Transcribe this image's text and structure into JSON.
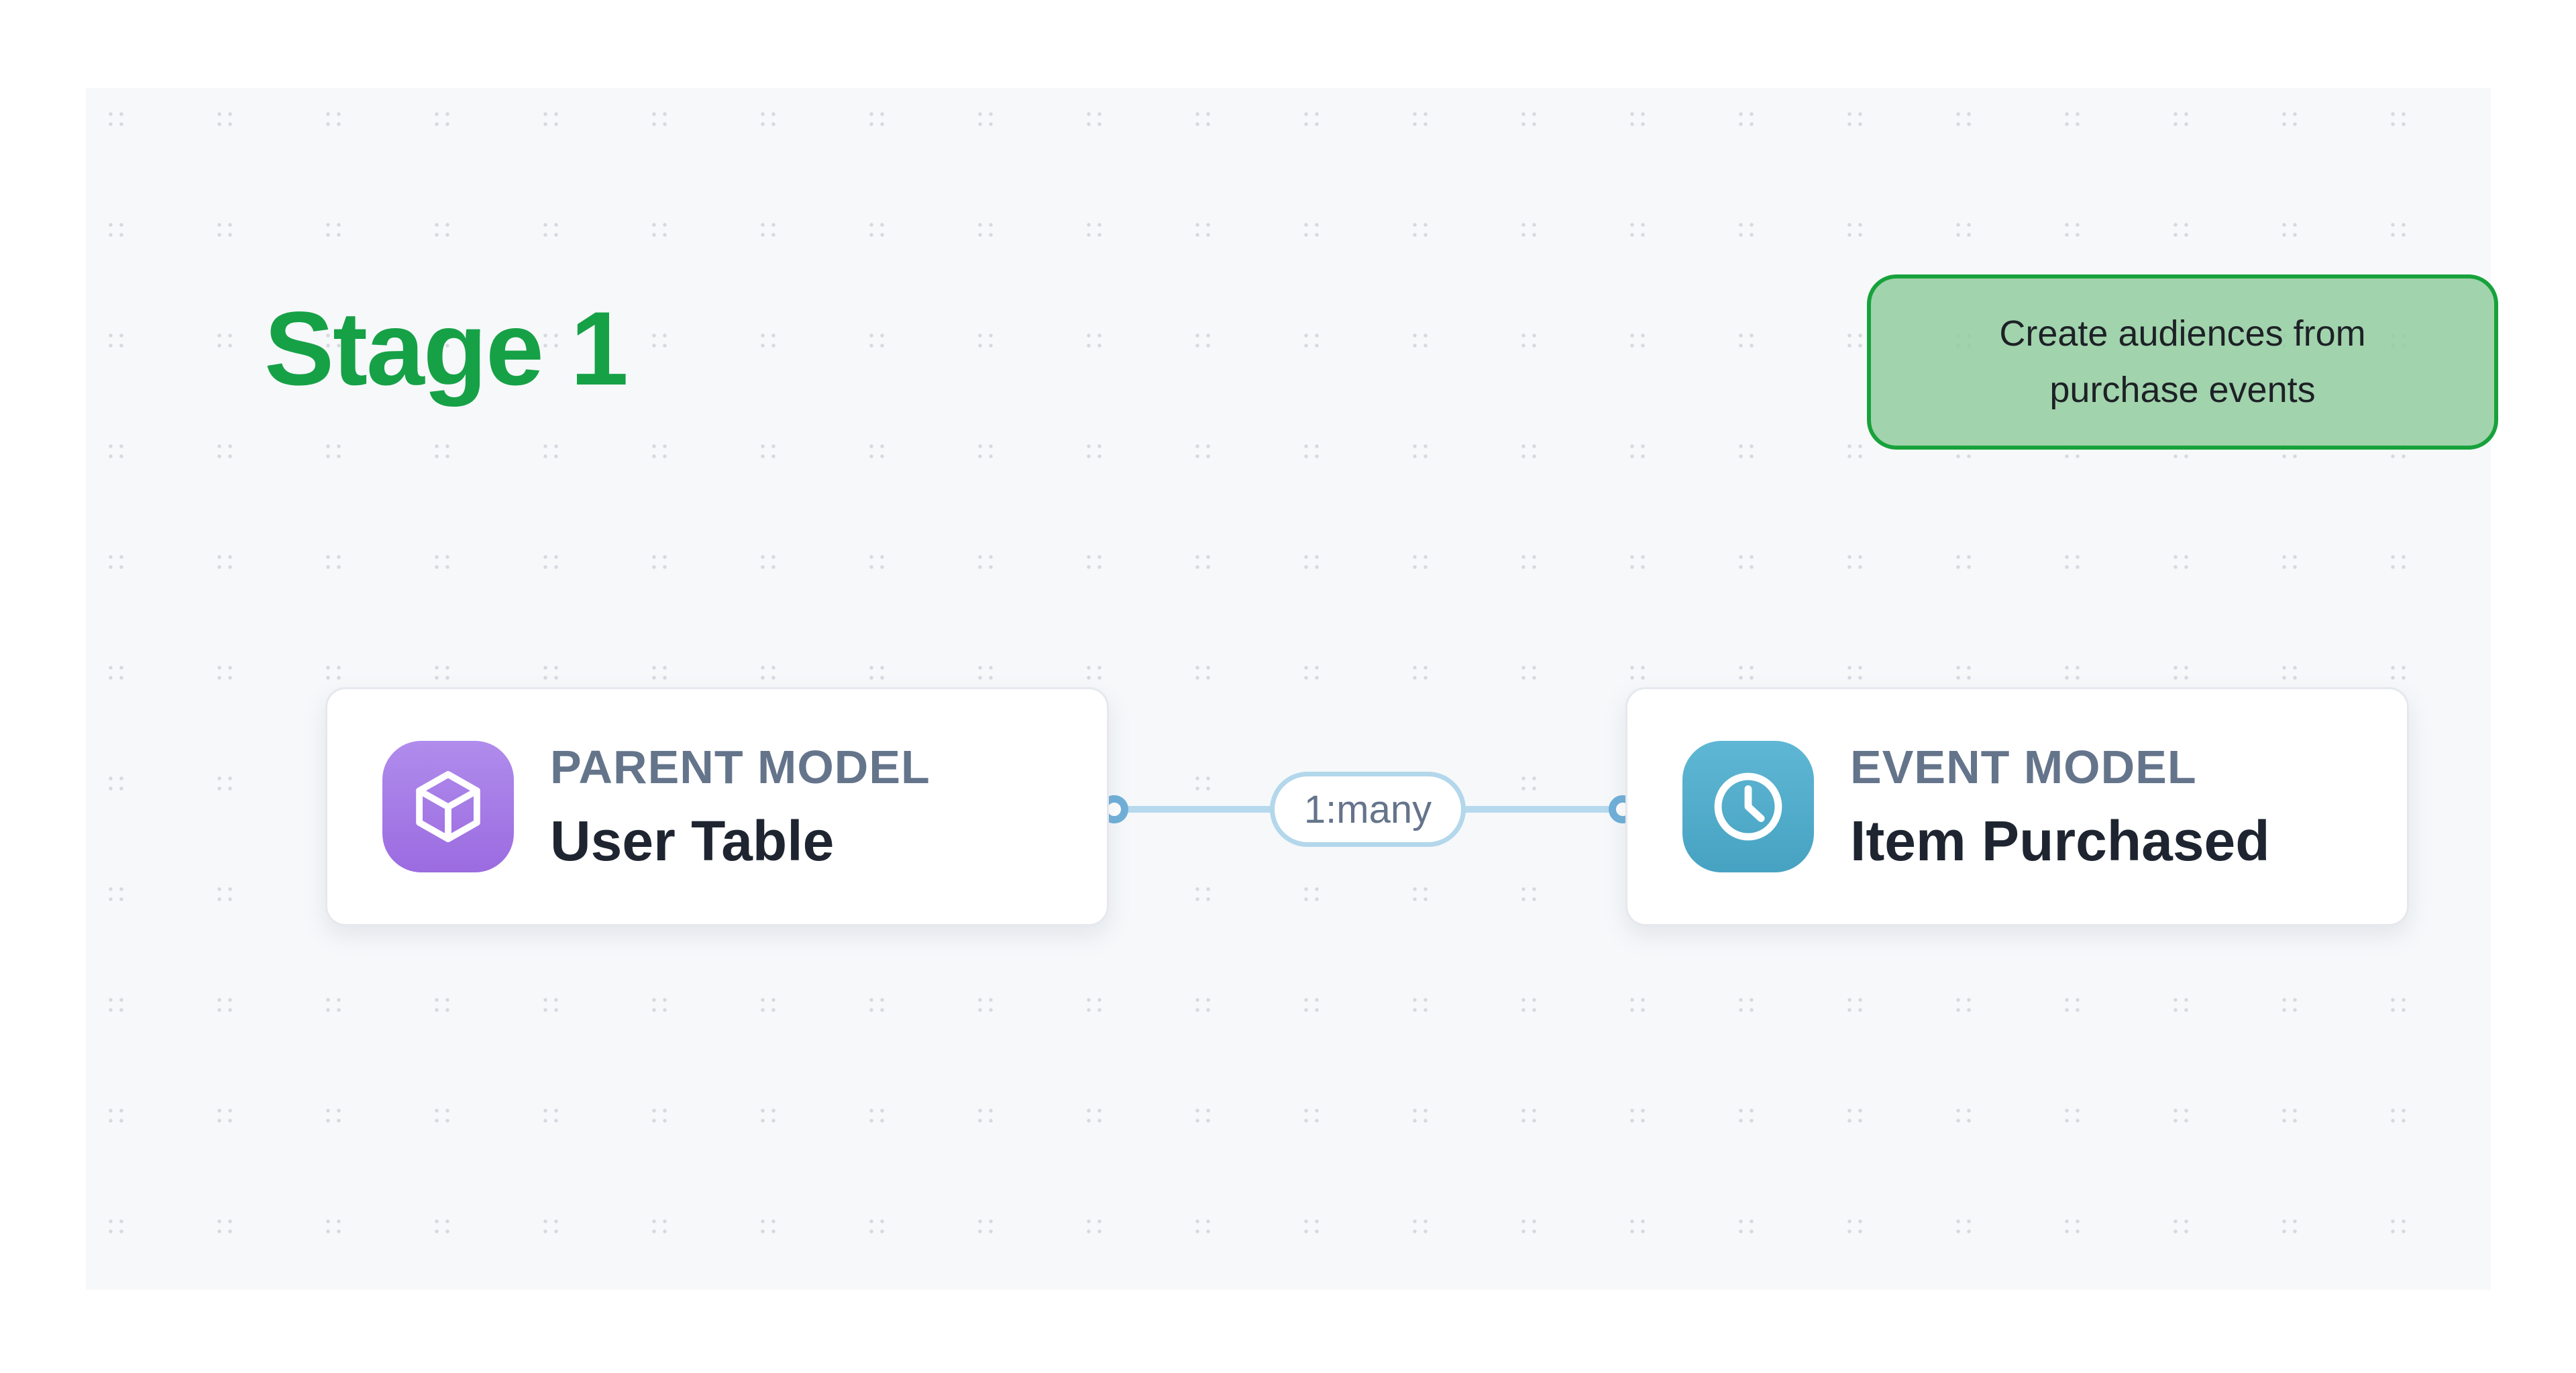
{
  "page": {
    "background": "#ffffff",
    "canvas_background": "#f6f8fa",
    "dot_color": "#d6d9de"
  },
  "title": {
    "text": "Stage 1",
    "color": "#16a146"
  },
  "annotation": {
    "text": "Create audiences from purchase events",
    "fill": "#a3d5ab",
    "border_color": "#17a23b",
    "text_color": "#1d2126"
  },
  "nodes": [
    {
      "label": "PARENT MODEL",
      "name": "User Table",
      "icon": "cube-icon",
      "icon_color_top": "#b08cec",
      "icon_color_bottom": "#9b6be0"
    },
    {
      "label": "EVENT MODEL",
      "name": "Item Purchased",
      "icon": "clock-icon",
      "icon_color_top": "#5eb7d4",
      "icon_color_bottom": "#47a2c2"
    }
  ],
  "edge": {
    "label": "1:many",
    "line_color": "#b7d9ee",
    "handle_color": "#6fafd8",
    "pill_border_color": "#b3d7eb",
    "label_color": "#64748b"
  }
}
